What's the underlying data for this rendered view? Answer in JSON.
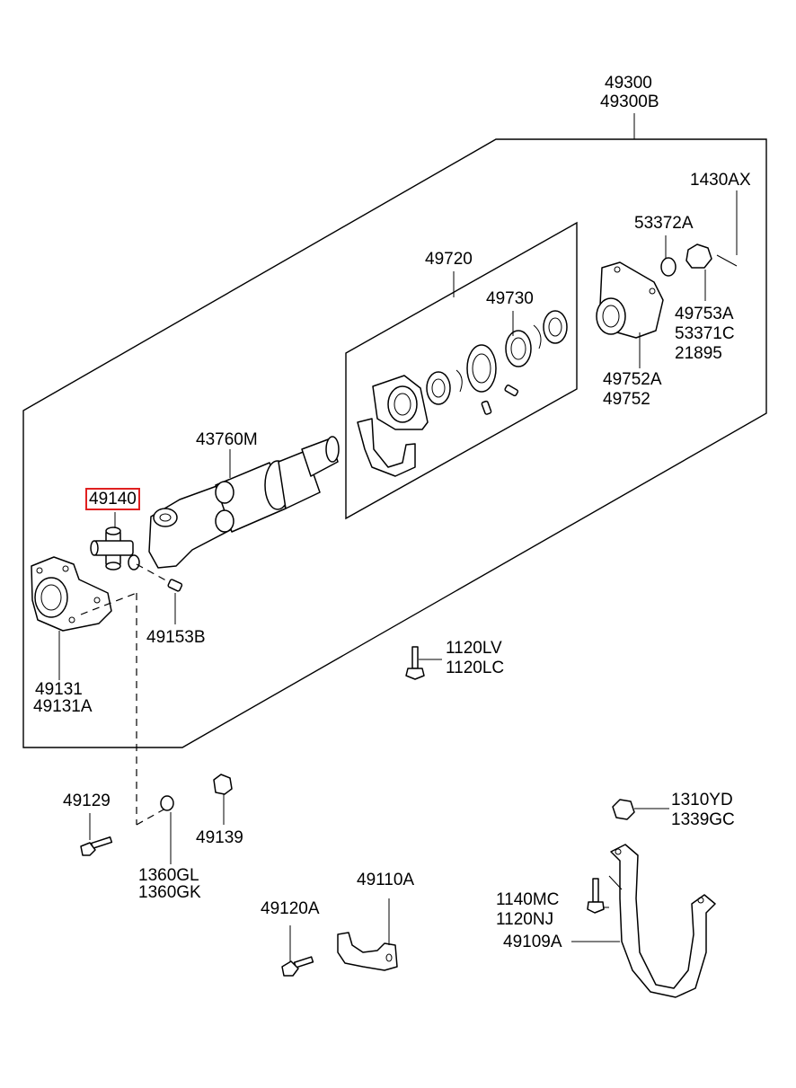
{
  "labels": {
    "l49300": "49300",
    "l49300B": "49300B",
    "l1430AX": "1430AX",
    "l53372A": "53372A",
    "l49720": "49720",
    "l49730": "49730",
    "l49753A": "49753A",
    "l53371C": "53371C",
    "l21895": "21895",
    "l49752A": "49752A",
    "l49752": "49752",
    "l43760M": "43760M",
    "l49140": "49140",
    "l49153B": "49153B",
    "l49131": "49131",
    "l49131A": "49131A",
    "l1120LV": "1120LV",
    "l1120LC": "1120LC",
    "l49129": "49129",
    "l49139": "49139",
    "l1360GL": "1360GL",
    "l1360GK": "1360GK",
    "l1310YD": "1310YD",
    "l1339GC": "1339GC",
    "l49110A": "49110A",
    "l49120A": "49120A",
    "l1140MC": "1140MC",
    "l1120NJ": "1120NJ",
    "l49109A": "49109A"
  },
  "highlight": {
    "part": "49140",
    "color": "#e02020"
  }
}
